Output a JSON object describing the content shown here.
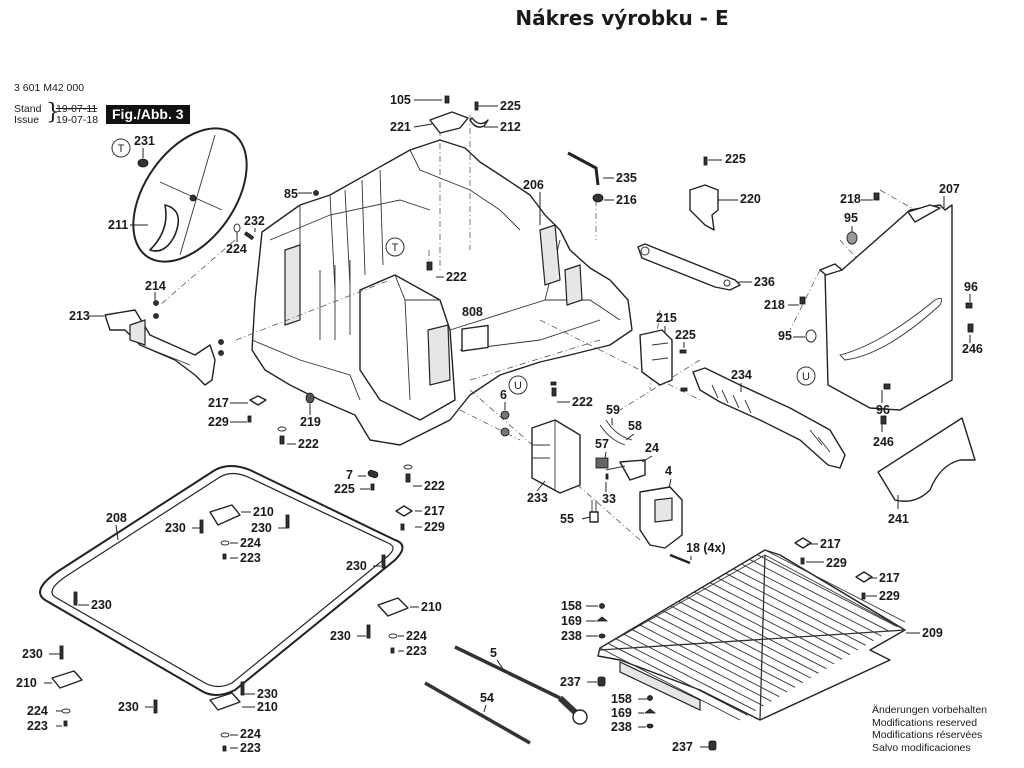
{
  "header": {
    "title": "Nákres výrobku - E",
    "document_number": "3 601 M42 000",
    "stand_label": "Stand",
    "issue_label": "Issue",
    "stand_date": "19-07-11",
    "issue_date": "19-07-18",
    "figure_label": "Fig./Abb. 3"
  },
  "notice": [
    "Änderungen vorbehalten",
    "Modifications reserved",
    "Modifications réservées",
    "Salvo modificaciones"
  ],
  "markers": {
    "T": "T",
    "U": "U"
  },
  "part_labels": {
    "p105": "105",
    "p225a": "225",
    "p221": "221",
    "p212": "212",
    "p231": "231",
    "p211": "211",
    "p232": "232",
    "p224a": "224",
    "p85": "85",
    "p206": "206",
    "p235": "235",
    "p216": "216",
    "p225b": "225",
    "p220": "220",
    "p218a": "218",
    "p207": "207",
    "p95a": "95",
    "p214": "214",
    "p213": "213",
    "p222a": "222",
    "p236": "236",
    "p218b": "218",
    "p96a": "96",
    "p246a": "246",
    "p95b": "95",
    "p808": "808",
    "p215": "215",
    "p225c": "225",
    "p234": "234",
    "p96b": "96",
    "p246b": "246",
    "p241": "241",
    "p217a": "217",
    "p229a": "229",
    "p219": "219",
    "p222b": "222",
    "p6": "6",
    "p222c": "222",
    "p59": "59",
    "p58": "58",
    "p57": "57",
    "p24": "24",
    "p7": "7",
    "p225d": "225",
    "p222d": "222",
    "p233": "233",
    "p33": "33",
    "p4": "4",
    "p217b": "217",
    "p229b": "229",
    "p55": "55",
    "p18": "18 (4x)",
    "p208": "208",
    "p210a": "210",
    "p230a": "230",
    "p230b": "230",
    "p224b": "224",
    "p223a": "223",
    "p230c": "230",
    "p230d": "230",
    "p210b": "210",
    "p217c": "217",
    "p229c": "229",
    "p217d": "217",
    "p229d": "229",
    "p230e": "230",
    "p224c": "224",
    "p223b": "223",
    "p158a": "158",
    "p169a": "169",
    "p238a": "238",
    "p209": "209",
    "p230f": "230",
    "p210c": "210",
    "p224d": "224",
    "p223c": "223",
    "p5": "5",
    "p237a": "237",
    "p54": "54",
    "p230g": "230",
    "p230h": "230",
    "p210d": "210",
    "p224e": "224",
    "p223d": "223",
    "p158b": "158",
    "p169b": "169",
    "p238b": "238",
    "p237b": "237"
  }
}
